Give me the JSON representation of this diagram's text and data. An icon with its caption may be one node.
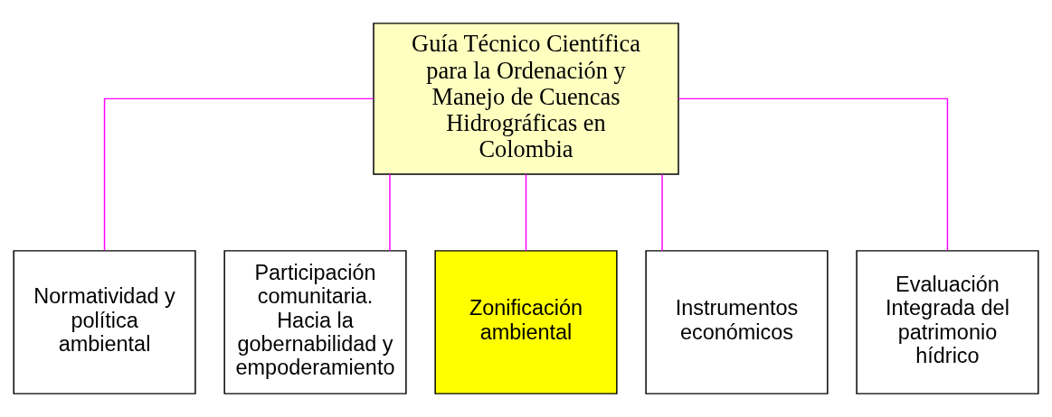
{
  "diagram": {
    "nodes": [
      {
        "text": [
          "Guía Técnico Científica para la Ordenación y Manejo de Cuencas Hidrográficas en Colombia"
        ]
      },
      {
        "text": [
          "Normatividad y política ambiental"
        ]
      },
      {
        "text": [
          "Participación comunitaria. Hacia la gobernabilidad y empoderamiento"
        ]
      },
      {
        "text": [
          "Zonificación ambiental"
        ]
      },
      {
        "text": [
          "Instrumentos económicos"
        ]
      },
      {
        "text": [
          "Evaluación Integrada del patrimonio hídrico"
        ]
      }
    ],
    "edges": [
      {
        "from": 0,
        "to": 1,
        "arrow": "none"
      },
      {
        "from": 0,
        "to": 2,
        "arrow": "none"
      },
      {
        "from": 0,
        "to": 3,
        "arrow": "none"
      },
      {
        "from": 0,
        "to": 4,
        "arrow": "none"
      },
      {
        "from": 0,
        "to": 5,
        "arrow": "none"
      }
    ]
  }
}
